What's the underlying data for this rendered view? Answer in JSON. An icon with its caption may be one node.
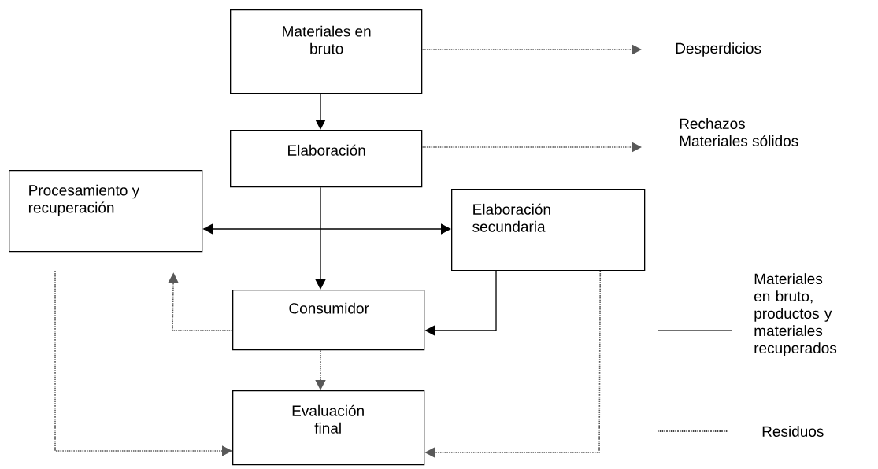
{
  "diagram": {
    "nodes": [
      {
        "text": [
          "Materiales en bruto"
        ]
      },
      {
        "text": [
          "Elaboración"
        ]
      },
      {
        "text": [
          "Procesamiento y recuperación"
        ]
      },
      {
        "text": [
          "Elaboración secundaria"
        ]
      },
      {
        "text": [
          "Consumidor"
        ]
      },
      {
        "text": [
          "Evaluación final"
        ]
      },
      {
        "text": [
          "Desperdicios"
        ]
      },
      {
        "text": [
          "Rechazos",
          "Materiales sólidos"
        ]
      }
    ],
    "edges": [
      {
        "from": 0,
        "to": 1,
        "arrow": "to"
      },
      {
        "from": 0,
        "to": 6,
        "arrow": "to",
        "style": "dashed"
      },
      {
        "from": 1,
        "to": 7,
        "arrow": "to",
        "style": "dashed"
      },
      {
        "from": 1,
        "to": 4,
        "arrow": "to"
      },
      {
        "from": 2,
        "to": 3,
        "arrow": "both"
      },
      {
        "from": 3,
        "to": 4,
        "arrow": "to"
      },
      {
        "from": 4,
        "to": 2,
        "arrow": "to",
        "style": "dashed"
      },
      {
        "from": 4,
        "to": 5,
        "arrow": "to",
        "style": "dashed"
      },
      {
        "from": 2,
        "to": 5,
        "arrow": "to",
        "style": "dashed"
      },
      {
        "from": 3,
        "to": 5,
        "arrow": "to",
        "style": "dashed"
      }
    ],
    "legend": [
      {
        "text": "Materiales en bruto, productos y materiales recuperados"
      },
      {
        "text": "Residuos"
      }
    ]
  }
}
